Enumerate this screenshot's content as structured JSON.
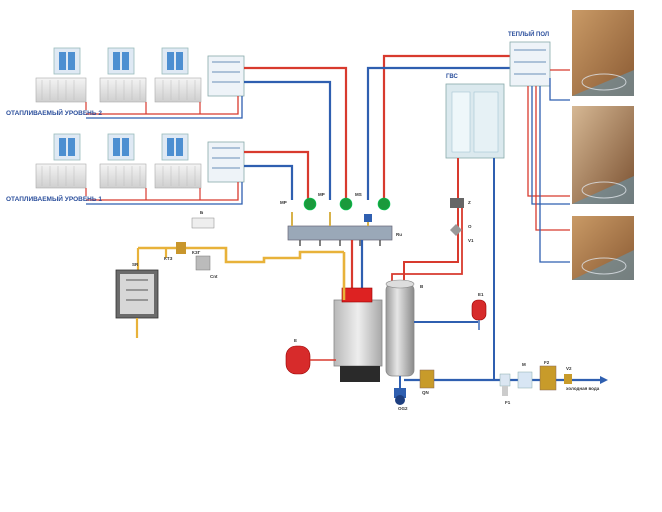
{
  "labels": {
    "level2": "ОТАПЛИВАЕМЫЙ УРОВЕНЬ 2",
    "level1": "ОТАПЛИВАЕМЫЙ УРОВЕНЬ 1",
    "warm_floor": "ТЕПЛЫЙ ПОЛ",
    "hot_water": "ГВС",
    "cold_water": "холодная вода",
    "tags": {
      "mp": "МР",
      "mp2": "МР",
      "ms": "MS",
      "ru": "Ru",
      "z": "Z",
      "o": "O",
      "v1": "V1",
      "b": "B",
      "e1": "E1",
      "e": "E",
      "ogz": "OG2",
      "qn": "QN",
      "f1": "F1",
      "m": "M",
      "f2": "F2",
      "v2": "V2",
      "sr": "SR",
      "ktz": "КТЗ",
      "kzg": "КЗГ",
      "cnt": "Cnt",
      "bi": "Б"
    }
  },
  "colors": {
    "hot_pipe": "#d83a2e",
    "cold_pipe": "#2f5fb0",
    "gas_pipe": "#e8b23a",
    "label": "#2b4f9c",
    "pump": "#1a9a3c"
  }
}
